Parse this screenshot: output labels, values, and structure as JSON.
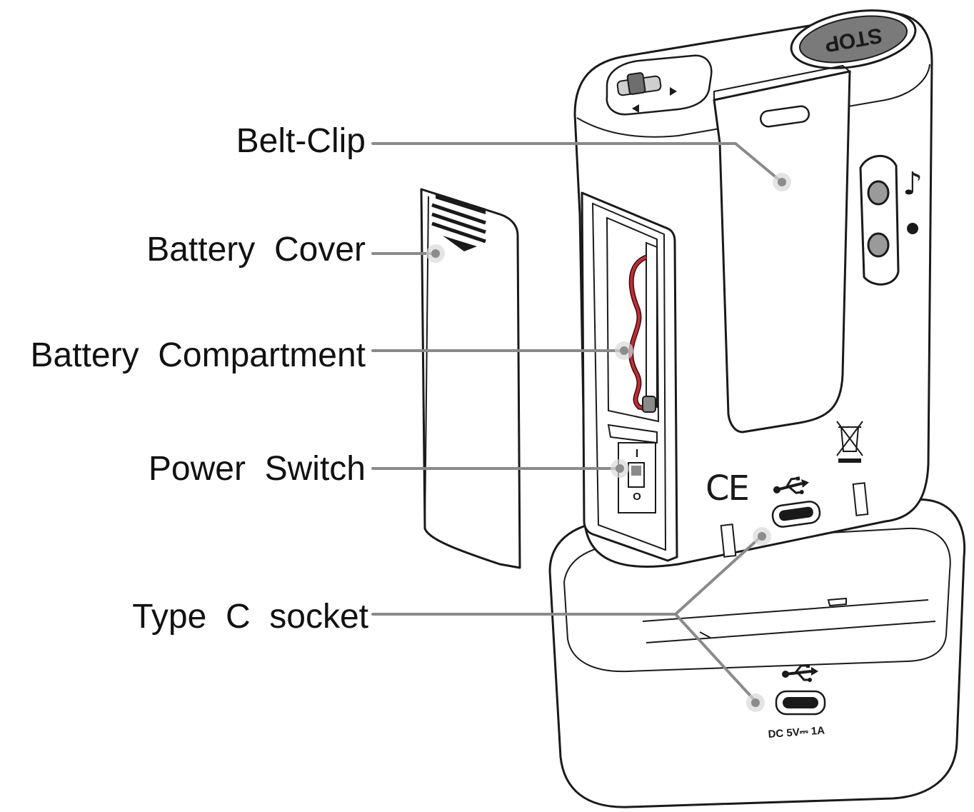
{
  "callouts": [
    {
      "id": "belt-clip",
      "label": "Belt-Clip"
    },
    {
      "id": "battery-cover",
      "label": "Battery  Cover"
    },
    {
      "id": "battery-compartment",
      "label": "Battery  Compartment"
    },
    {
      "id": "power-switch",
      "label": "Power  Switch"
    },
    {
      "id": "type-c-socket",
      "label": "Type  C  socket"
    }
  ],
  "device": {
    "stop_button_label": "STOP",
    "ce_mark": "CE",
    "power_switch_on_symbol": "I",
    "power_switch_off_symbol": "O"
  },
  "dock": {
    "rating_label": "DC 5V⎓ 1A"
  },
  "icons": [
    "usb-icon",
    "music-note-icon",
    "record-dot-icon",
    "weee-bin-icon",
    "slide-switch-icon"
  ],
  "colors": {
    "leader": "#8a8a8a",
    "outline": "#1a1a1a",
    "wire_red": "#d8232a",
    "stop_button": "#7a7a7a"
  }
}
